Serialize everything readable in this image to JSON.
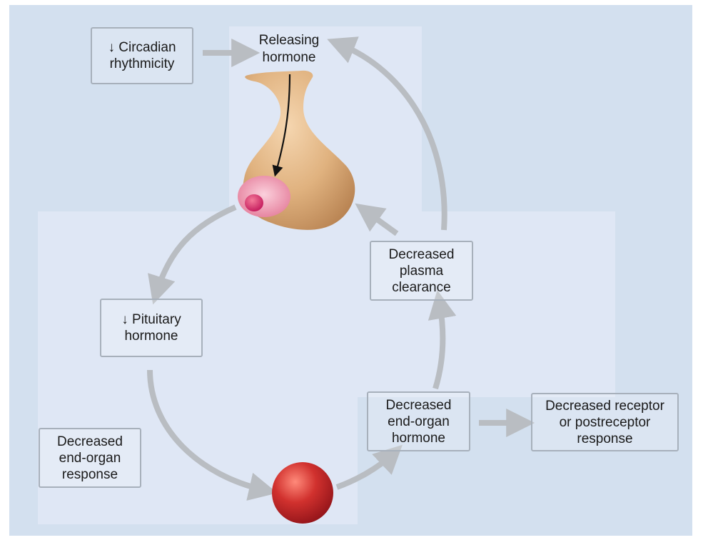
{
  "diagram": {
    "labels": {
      "circadian": "↓ Circadian\nrhythmicity",
      "releasing_hormone": "Releasing\nhormone",
      "plasma_clearance": "Decreased\nplasma\nclearance",
      "pituitary_hormone": "↓ Pituitary\nhormone",
      "end_organ_hormone": "Decreased\nend-organ\nhormone",
      "receptor_response": "Decreased receptor\nor postreceptor\nresponse",
      "end_organ_response": "Decreased\nend-organ\nresponse"
    },
    "colors": {
      "background": "#d3e0ef",
      "panel": "#dfe7f5",
      "arrow": "#b9bdc2",
      "box_border": "#a7b0bb",
      "gland": "#dcaf7c",
      "pituitary_pink": "#e8879f",
      "end_organ_red": "#c0262c"
    }
  }
}
